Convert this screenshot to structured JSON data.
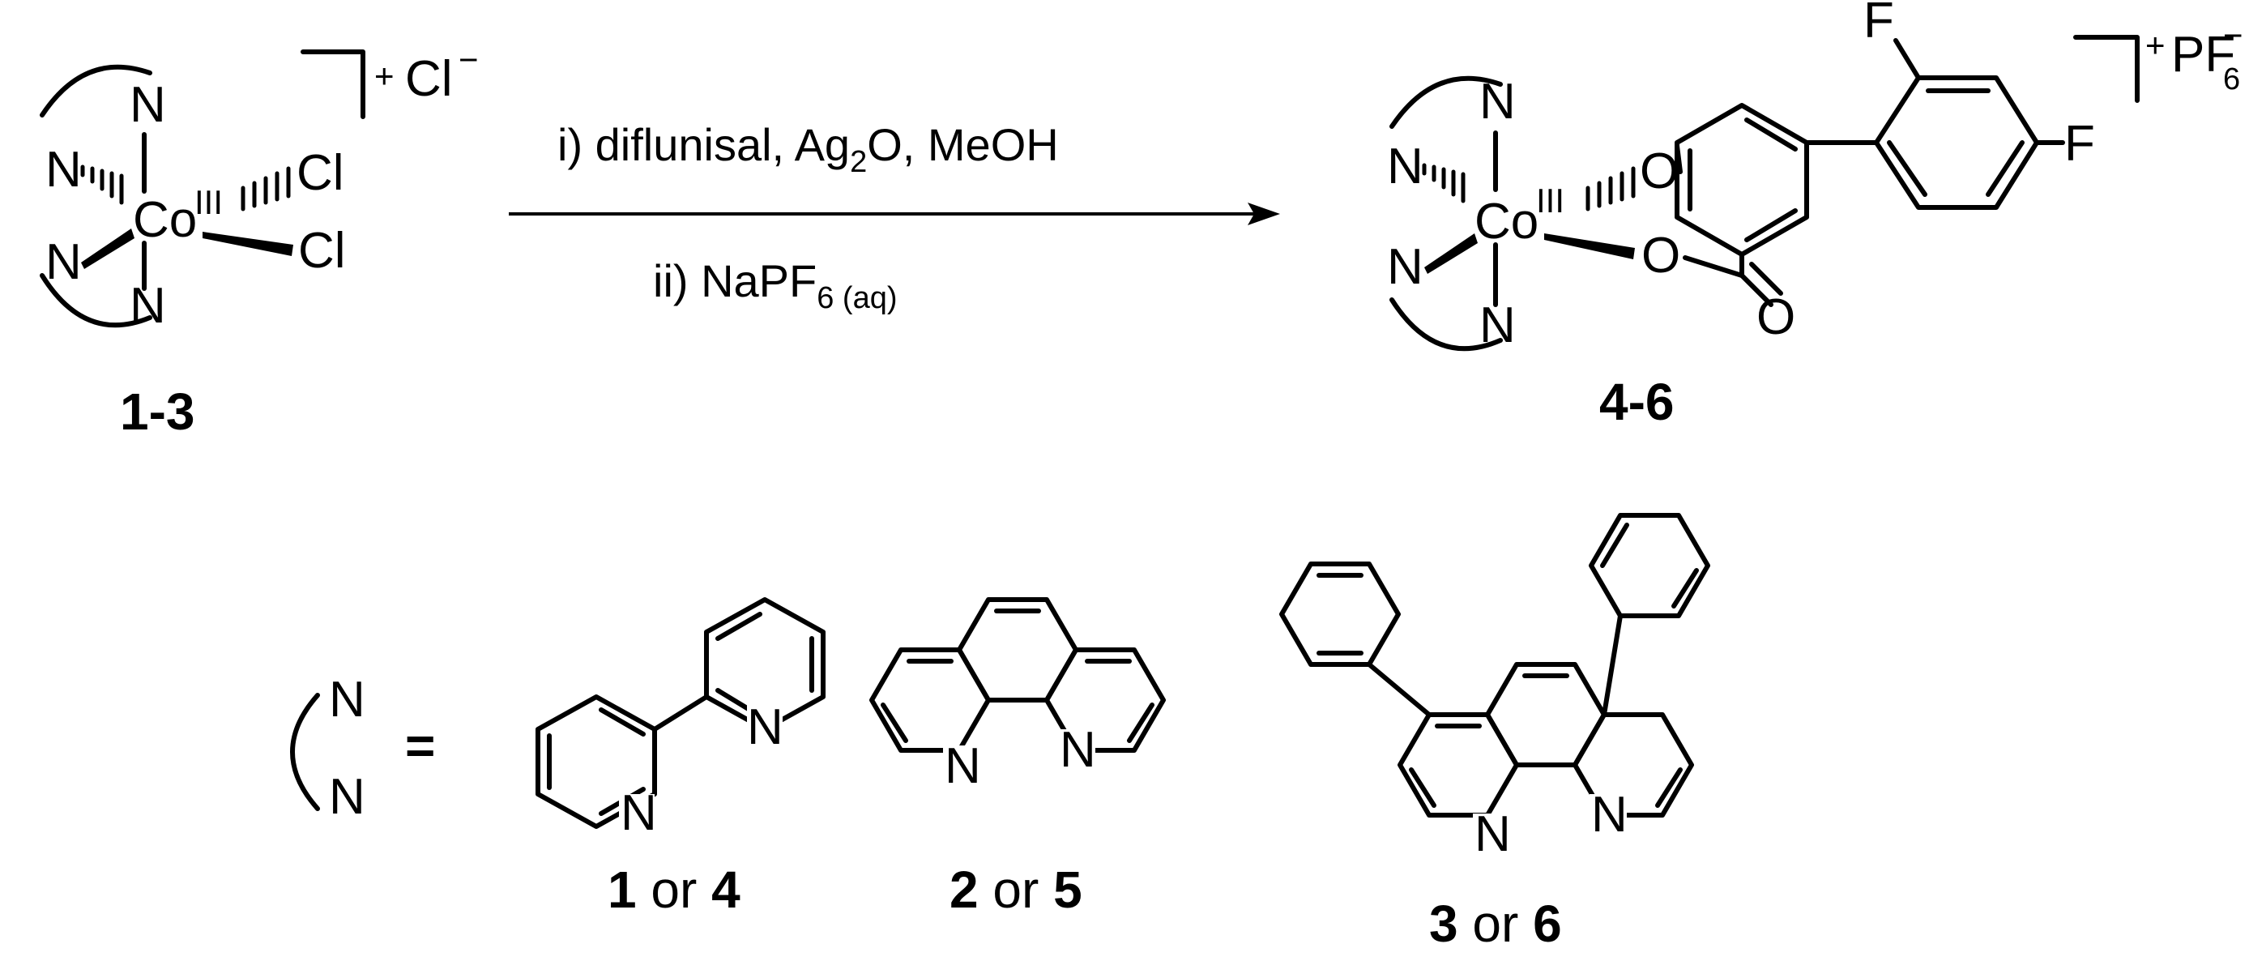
{
  "atoms": {
    "nitrogen": "N",
    "cobalt": "Co",
    "oxidation_state": "III",
    "chlorine": "Cl",
    "oxygen": "O",
    "fluorine": "F",
    "charge_plus": "+",
    "charge_minus": "−"
  },
  "reactant": {
    "label": "1-3",
    "counterion": "Cl",
    "counterion_charge": "−"
  },
  "product": {
    "label": "4-6",
    "counterion": "PF",
    "counterion_subscript": "6",
    "counterion_charge": "−"
  },
  "conditions": {
    "step1_prefix": "i) diflunisal, Ag",
    "step1_sub": "2",
    "step1_suffix": "O, MeOH",
    "step2_prefix": "ii) NaPF",
    "step2_sub": "6 (aq)"
  },
  "legend": {
    "equals": "=",
    "or": "or",
    "ligands": [
      {
        "num_a": "1",
        "num_b": "4"
      },
      {
        "num_a": "2",
        "num_b": "5"
      },
      {
        "num_a": "3",
        "num_b": "6"
      }
    ]
  }
}
